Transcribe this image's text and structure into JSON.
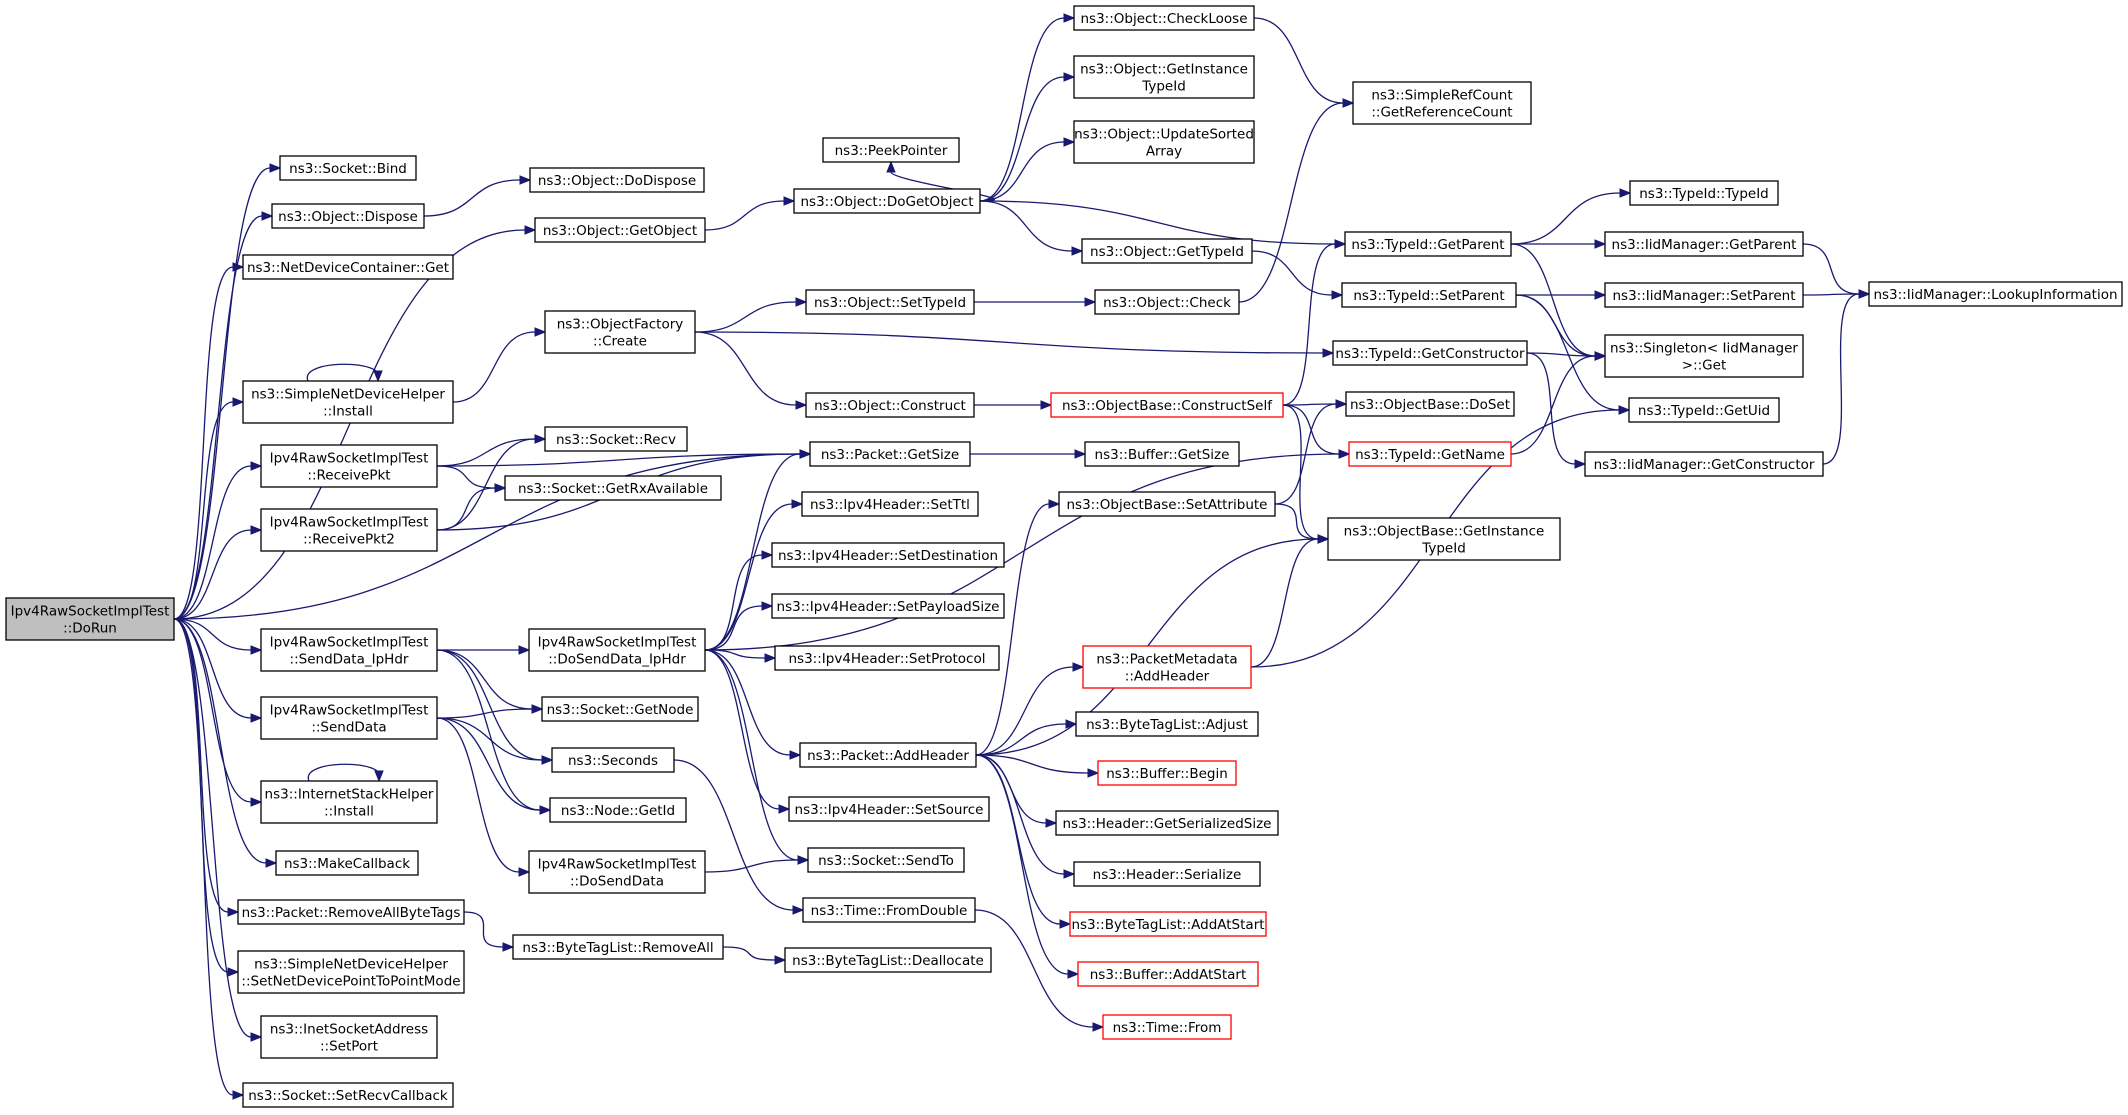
{
  "diagram": {
    "type": "call-graph",
    "root": "n_dorun",
    "colors": {
      "edge": "#191970",
      "node_border": "#000000",
      "node_border_truncated": "#ff0000",
      "root_fill": "#bfbfbf"
    },
    "nodes": [
      {
        "id": "n_dorun",
        "lines": [
          "Ipv4RawSocketImplTest",
          "::DoRun"
        ],
        "style": "root"
      },
      {
        "id": "n_bind",
        "lines": [
          "ns3::Socket::Bind"
        ],
        "style": "normal"
      },
      {
        "id": "n_dispose",
        "lines": [
          "ns3::Object::Dispose"
        ],
        "style": "normal"
      },
      {
        "id": "n_ndcget",
        "lines": [
          "ns3::NetDeviceContainer::Get"
        ],
        "style": "normal"
      },
      {
        "id": "n_getobject",
        "lines": [
          "ns3::Object::GetObject"
        ],
        "style": "normal"
      },
      {
        "id": "n_sndhinstall",
        "lines": [
          "ns3::SimpleNetDeviceHelper",
          "::Install"
        ],
        "style": "normal"
      },
      {
        "id": "n_recvpkt",
        "lines": [
          "Ipv4RawSocketImplTest",
          "::ReceivePkt"
        ],
        "style": "normal"
      },
      {
        "id": "n_recvpkt2",
        "lines": [
          "Ipv4RawSocketImplTest",
          "::ReceivePkt2"
        ],
        "style": "normal"
      },
      {
        "id": "n_senddataiphdr",
        "lines": [
          "Ipv4RawSocketImplTest",
          "::SendData_IpHdr"
        ],
        "style": "normal"
      },
      {
        "id": "n_senddata",
        "lines": [
          "Ipv4RawSocketImplTest",
          "::SendData"
        ],
        "style": "normal"
      },
      {
        "id": "n_ishinstall",
        "lines": [
          "ns3::InternetStackHelper",
          "::Install"
        ],
        "style": "normal"
      },
      {
        "id": "n_makecallback",
        "lines": [
          "ns3::MakeCallback"
        ],
        "style": "normal"
      },
      {
        "id": "n_removeallbytetags",
        "lines": [
          "ns3::Packet::RemoveAllByteTags"
        ],
        "style": "normal"
      },
      {
        "id": "n_setptp",
        "lines": [
          "ns3::SimpleNetDeviceHelper",
          "::SetNetDevicePointToPointMode"
        ],
        "style": "normal"
      },
      {
        "id": "n_setport",
        "lines": [
          "ns3::InetSocketAddress",
          "::SetPort"
        ],
        "style": "normal"
      },
      {
        "id": "n_setrecvcb",
        "lines": [
          "ns3::Socket::SetRecvCallback"
        ],
        "style": "normal"
      },
      {
        "id": "n_dodispose",
        "lines": [
          "ns3::Object::DoDispose"
        ],
        "style": "normal"
      },
      {
        "id": "n_objfactorycreate",
        "lines": [
          "ns3::ObjectFactory",
          "::Create"
        ],
        "style": "normal"
      },
      {
        "id": "n_socketrecv",
        "lines": [
          "ns3::Socket::Recv"
        ],
        "style": "normal"
      },
      {
        "id": "n_getrxavail",
        "lines": [
          "ns3::Socket::GetRxAvailable"
        ],
        "style": "normal"
      },
      {
        "id": "n_dosenddataiphdr",
        "lines": [
          "Ipv4RawSocketImplTest",
          "::DoSendData_IpHdr"
        ],
        "style": "normal"
      },
      {
        "id": "n_getnode",
        "lines": [
          "ns3::Socket::GetNode"
        ],
        "style": "normal"
      },
      {
        "id": "n_seconds",
        "lines": [
          "ns3::Seconds"
        ],
        "style": "normal"
      },
      {
        "id": "n_nodegetid",
        "lines": [
          "ns3::Node::GetId"
        ],
        "style": "normal"
      },
      {
        "id": "n_dosenddata",
        "lines": [
          "Ipv4RawSocketImplTest",
          "::DoSendData"
        ],
        "style": "normal"
      },
      {
        "id": "n_bytetagremoveall",
        "lines": [
          "ns3::ByteTagList::RemoveAll"
        ],
        "style": "normal"
      },
      {
        "id": "n_peekpointer",
        "lines": [
          "ns3::PeekPointer"
        ],
        "style": "normal"
      },
      {
        "id": "n_dogetobject",
        "lines": [
          "ns3::Object::DoGetObject"
        ],
        "style": "normal"
      },
      {
        "id": "n_settypeid",
        "lines": [
          "ns3::Object::SetTypeId"
        ],
        "style": "normal"
      },
      {
        "id": "n_construct",
        "lines": [
          "ns3::Object::Construct"
        ],
        "style": "normal"
      },
      {
        "id": "n_packetgetsize",
        "lines": [
          "ns3::Packet::GetSize"
        ],
        "style": "normal"
      },
      {
        "id": "n_setttl",
        "lines": [
          "ns3::Ipv4Header::SetTtl"
        ],
        "style": "normal"
      },
      {
        "id": "n_setdest",
        "lines": [
          "ns3::Ipv4Header::SetDestination"
        ],
        "style": "normal"
      },
      {
        "id": "n_setpayload",
        "lines": [
          "ns3::Ipv4Header::SetPayloadSize"
        ],
        "style": "normal"
      },
      {
        "id": "n_setprotocol",
        "lines": [
          "ns3::Ipv4Header::SetProtocol"
        ],
        "style": "normal"
      },
      {
        "id": "n_addheader",
        "lines": [
          "ns3::Packet::AddHeader"
        ],
        "style": "normal"
      },
      {
        "id": "n_setsource",
        "lines": [
          "ns3::Ipv4Header::SetSource"
        ],
        "style": "normal"
      },
      {
        "id": "n_sendto",
        "lines": [
          "ns3::Socket::SendTo"
        ],
        "style": "normal"
      },
      {
        "id": "n_fromdouble",
        "lines": [
          "ns3::Time::FromDouble"
        ],
        "style": "normal"
      },
      {
        "id": "n_deallocate",
        "lines": [
          "ns3::ByteTagList::Deallocate"
        ],
        "style": "normal"
      },
      {
        "id": "n_checkloose",
        "lines": [
          "ns3::Object::CheckLoose"
        ],
        "style": "normal"
      },
      {
        "id": "n_getinstancetypeid_obj",
        "lines": [
          "ns3::Object::GetInstance",
          "TypeId"
        ],
        "style": "normal"
      },
      {
        "id": "n_updatesorted",
        "lines": [
          "ns3::Object::UpdateSorted",
          "Array"
        ],
        "style": "normal"
      },
      {
        "id": "n_gettypeid",
        "lines": [
          "ns3::Object::GetTypeId"
        ],
        "style": "normal"
      },
      {
        "id": "n_check",
        "lines": [
          "ns3::Object::Check"
        ],
        "style": "normal"
      },
      {
        "id": "n_constructself",
        "lines": [
          "ns3::ObjectBase::ConstructSelf"
        ],
        "style": "red"
      },
      {
        "id": "n_buffergetsize",
        "lines": [
          "ns3::Buffer::GetSize"
        ],
        "style": "normal"
      },
      {
        "id": "n_setattribute",
        "lines": [
          "ns3::ObjectBase::SetAttribute"
        ],
        "style": "normal"
      },
      {
        "id": "n_pmaddheader",
        "lines": [
          "ns3::PacketMetadata",
          "::AddHeader"
        ],
        "style": "red"
      },
      {
        "id": "n_adjust",
        "lines": [
          "ns3::ByteTagList::Adjust"
        ],
        "style": "normal"
      },
      {
        "id": "n_bufferbegin",
        "lines": [
          "ns3::Buffer::Begin"
        ],
        "style": "red"
      },
      {
        "id": "n_getserializedsize",
        "lines": [
          "ns3::Header::GetSerializedSize"
        ],
        "style": "normal"
      },
      {
        "id": "n_serialize",
        "lines": [
          "ns3::Header::Serialize"
        ],
        "style": "normal"
      },
      {
        "id": "n_btladdatstart",
        "lines": [
          "ns3::ByteTagList::AddAtStart"
        ],
        "style": "red"
      },
      {
        "id": "n_bufaddatstart",
        "lines": [
          "ns3::Buffer::AddAtStart"
        ],
        "style": "red"
      },
      {
        "id": "n_timefrom",
        "lines": [
          "ns3::Time::From"
        ],
        "style": "red"
      },
      {
        "id": "n_getrefcount",
        "lines": [
          "ns3::SimpleRefCount",
          "::GetReferenceCount"
        ],
        "style": "normal"
      },
      {
        "id": "n_tidgetparent",
        "lines": [
          "ns3::TypeId::GetParent"
        ],
        "style": "normal"
      },
      {
        "id": "n_tidsetparent",
        "lines": [
          "ns3::TypeId::SetParent"
        ],
        "style": "normal"
      },
      {
        "id": "n_tidgetconstructor",
        "lines": [
          "ns3::TypeId::GetConstructor"
        ],
        "style": "normal"
      },
      {
        "id": "n_doset",
        "lines": [
          "ns3::ObjectBase::DoSet"
        ],
        "style": "normal"
      },
      {
        "id": "n_tidgetname",
        "lines": [
          "ns3::TypeId::GetName"
        ],
        "style": "red"
      },
      {
        "id": "n_obgetinstancetypeid",
        "lines": [
          "ns3::ObjectBase::GetInstance",
          "TypeId"
        ],
        "style": "normal"
      },
      {
        "id": "n_tidtypeid",
        "lines": [
          "ns3::TypeId::TypeId"
        ],
        "style": "normal"
      },
      {
        "id": "n_iidgetparent",
        "lines": [
          "ns3::IidManager::GetParent"
        ],
        "style": "normal"
      },
      {
        "id": "n_iidsetparent",
        "lines": [
          "ns3::IidManager::SetParent"
        ],
        "style": "normal"
      },
      {
        "id": "n_singletonget",
        "lines": [
          "ns3::Singleton< IidManager",
          ">::Get"
        ],
        "style": "normal"
      },
      {
        "id": "n_tidgetuid",
        "lines": [
          "ns3::TypeId::GetUid"
        ],
        "style": "normal"
      },
      {
        "id": "n_iidgetconstructor",
        "lines": [
          "ns3::IidManager::GetConstructor"
        ],
        "style": "normal"
      },
      {
        "id": "n_lookupinfo",
        "lines": [
          "ns3::IidManager::LookupInformation"
        ],
        "style": "normal"
      }
    ],
    "edges": [
      [
        "n_dorun",
        "n_bind"
      ],
      [
        "n_dorun",
        "n_dispose"
      ],
      [
        "n_dorun",
        "n_ndcget"
      ],
      [
        "n_dorun",
        "n_getobject"
      ],
      [
        "n_dorun",
        "n_sndhinstall"
      ],
      [
        "n_dorun",
        "n_recvpkt"
      ],
      [
        "n_dorun",
        "n_recvpkt2"
      ],
      [
        "n_dorun",
        "n_packetgetsize"
      ],
      [
        "n_dorun",
        "n_senddataiphdr"
      ],
      [
        "n_dorun",
        "n_senddata"
      ],
      [
        "n_dorun",
        "n_ishinstall"
      ],
      [
        "n_dorun",
        "n_makecallback"
      ],
      [
        "n_dorun",
        "n_removeallbytetags"
      ],
      [
        "n_dorun",
        "n_setptp"
      ],
      [
        "n_dorun",
        "n_setport"
      ],
      [
        "n_dorun",
        "n_setrecvcb"
      ],
      [
        "n_dispose",
        "n_dodispose"
      ],
      [
        "n_getobject",
        "n_dogetobject"
      ],
      [
        "n_sndhinstall",
        "n_sndhinstall"
      ],
      [
        "n_sndhinstall",
        "n_objfactorycreate"
      ],
      [
        "n_recvpkt",
        "n_socketrecv"
      ],
      [
        "n_recvpkt",
        "n_getrxavail"
      ],
      [
        "n_recvpkt",
        "n_packetgetsize"
      ],
      [
        "n_recvpkt2",
        "n_socketrecv"
      ],
      [
        "n_recvpkt2",
        "n_getrxavail"
      ],
      [
        "n_recvpkt2",
        "n_packetgetsize"
      ],
      [
        "n_senddataiphdr",
        "n_dosenddataiphdr"
      ],
      [
        "n_senddataiphdr",
        "n_getnode"
      ],
      [
        "n_senddataiphdr",
        "n_seconds"
      ],
      [
        "n_senddataiphdr",
        "n_nodegetid"
      ],
      [
        "n_senddata",
        "n_getnode"
      ],
      [
        "n_senddata",
        "n_seconds"
      ],
      [
        "n_senddata",
        "n_nodegetid"
      ],
      [
        "n_senddata",
        "n_dosenddata"
      ],
      [
        "n_ishinstall",
        "n_ishinstall"
      ],
      [
        "n_removeallbytetags",
        "n_bytetagremoveall"
      ],
      [
        "n_objfactorycreate",
        "n_settypeid"
      ],
      [
        "n_objfactorycreate",
        "n_construct"
      ],
      [
        "n_objfactorycreate",
        "n_tidgetconstructor"
      ],
      [
        "n_dosenddataiphdr",
        "n_packetgetsize"
      ],
      [
        "n_dosenddataiphdr",
        "n_setttl"
      ],
      [
        "n_dosenddataiphdr",
        "n_setdest"
      ],
      [
        "n_dosenddataiphdr",
        "n_setpayload"
      ],
      [
        "n_dosenddataiphdr",
        "n_setprotocol"
      ],
      [
        "n_dosenddataiphdr",
        "n_addheader"
      ],
      [
        "n_dosenddataiphdr",
        "n_setsource"
      ],
      [
        "n_dosenddataiphdr",
        "n_sendto"
      ],
      [
        "n_dosenddataiphdr",
        "n_tidgetname"
      ],
      [
        "n_seconds",
        "n_fromdouble"
      ],
      [
        "n_dosenddata",
        "n_sendto"
      ],
      [
        "n_bytetagremoveall",
        "n_deallocate"
      ],
      [
        "n_dogetobject",
        "n_peekpointer"
      ],
      [
        "n_dogetobject",
        "n_checkloose"
      ],
      [
        "n_dogetobject",
        "n_getinstancetypeid_obj"
      ],
      [
        "n_dogetobject",
        "n_updatesorted"
      ],
      [
        "n_dogetobject",
        "n_gettypeid"
      ],
      [
        "n_dogetobject",
        "n_tidgetparent"
      ],
      [
        "n_settypeid",
        "n_check"
      ],
      [
        "n_construct",
        "n_constructself"
      ],
      [
        "n_packetgetsize",
        "n_buffergetsize"
      ],
      [
        "n_addheader",
        "n_setattribute"
      ],
      [
        "n_addheader",
        "n_obgetinstancetypeid"
      ],
      [
        "n_addheader",
        "n_pmaddheader"
      ],
      [
        "n_addheader",
        "n_adjust"
      ],
      [
        "n_addheader",
        "n_bufferbegin"
      ],
      [
        "n_addheader",
        "n_getserializedsize"
      ],
      [
        "n_addheader",
        "n_serialize"
      ],
      [
        "n_addheader",
        "n_btladdatstart"
      ],
      [
        "n_addheader",
        "n_bufaddatstart"
      ],
      [
        "n_fromdouble",
        "n_timefrom"
      ],
      [
        "n_checkloose",
        "n_getrefcount"
      ],
      [
        "n_gettypeid",
        "n_tidsetparent"
      ],
      [
        "n_check",
        "n_getrefcount"
      ],
      [
        "n_constructself",
        "n_tidgetparent"
      ],
      [
        "n_constructself",
        "n_doset"
      ],
      [
        "n_constructself",
        "n_tidgetname"
      ],
      [
        "n_constructself",
        "n_obgetinstancetypeid"
      ],
      [
        "n_setattribute",
        "n_doset"
      ],
      [
        "n_setattribute",
        "n_obgetinstancetypeid"
      ],
      [
        "n_pmaddheader",
        "n_obgetinstancetypeid"
      ],
      [
        "n_pmaddheader",
        "n_tidgetuid"
      ],
      [
        "n_tidgetparent",
        "n_tidtypeid"
      ],
      [
        "n_tidgetparent",
        "n_iidgetparent"
      ],
      [
        "n_tidgetparent",
        "n_singletonget"
      ],
      [
        "n_tidsetparent",
        "n_iidsetparent"
      ],
      [
        "n_tidsetparent",
        "n_singletonget"
      ],
      [
        "n_tidsetparent",
        "n_tidgetuid"
      ],
      [
        "n_tidgetconstructor",
        "n_singletonget"
      ],
      [
        "n_tidgetconstructor",
        "n_iidgetconstructor"
      ],
      [
        "n_tidgetname",
        "n_singletonget"
      ],
      [
        "n_iidgetparent",
        "n_lookupinfo"
      ],
      [
        "n_iidsetparent",
        "n_lookupinfo"
      ],
      [
        "n_iidgetconstructor",
        "n_lookupinfo"
      ]
    ]
  }
}
